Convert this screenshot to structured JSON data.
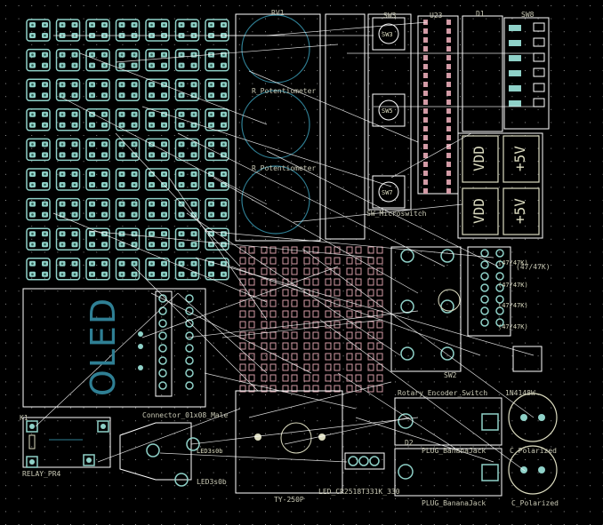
{
  "labels": {
    "rv1": "RV1",
    "sw3": "SW3",
    "u23": "U23",
    "d1": "D1",
    "sw8": "SW8",
    "r_potentiometer_1": "R_Potentiometer",
    "r_potentiometer_2": "R_Potentiometer",
    "sw_microswitch": "SW_Microswitch",
    "oled": "OLED",
    "relay": "RELAY_PR4",
    "connector": "Connector_01x08_Male",
    "ty250p": "TY-250P",
    "sw2": "SW2",
    "rotary": "Rotary_Encoder_Switch",
    "plug1": "PLUG_BananaJack",
    "plug2": "PLUG_BananaJack",
    "c_polarized_1": "C_Polarized",
    "c_polarized_2": "C_Polarized",
    "led": "LED_CR2518T331K_330",
    "k1": "K1",
    "d2": "D2",
    "n4148": "1N4148W",
    "vdd": "VDD",
    "fivev": "+5V",
    "r47k": "(47/47K)",
    "sw_labels": [
      "SW3",
      "SW5",
      "SW7"
    ],
    "led_labels": [
      "LED3s0b",
      "LED3s0b"
    ]
  },
  "colors": {
    "background": "#000000",
    "silk": "#dcdcc0",
    "pad": "#8fd1c8",
    "pad_inner": "#2f5e52",
    "smd": "#d29aa5",
    "outline": "#ffffff",
    "blue": "#2f7f94"
  }
}
